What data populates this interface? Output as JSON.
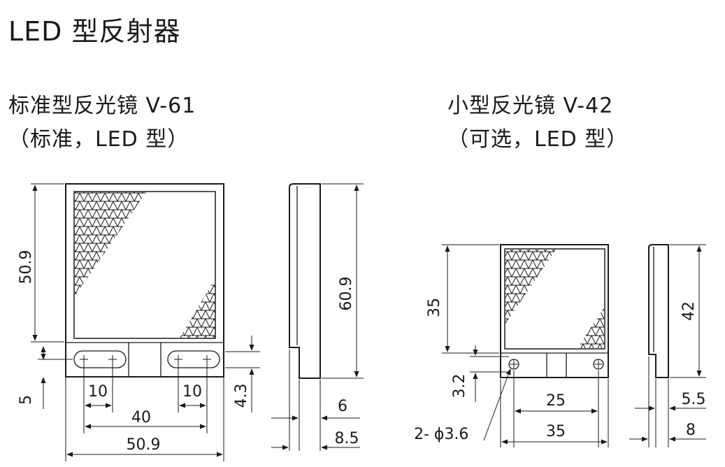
{
  "page": {
    "title": "LED 型反射器"
  },
  "left": {
    "heading": "标准型反光镜 V-61",
    "note": "（标准，LED 型）",
    "dims": {
      "height": "50.9",
      "side_height": "60.9",
      "offset": "5",
      "hole_w1": "10",
      "hole_w2": "10",
      "pitch": "40",
      "width": "50.9",
      "slot_h": "4.3",
      "depth": "6",
      "depth_total": "8.5"
    }
  },
  "right": {
    "heading": "小型反光镜 V-42",
    "note": "（可选，LED 型）",
    "dims": {
      "height": "35",
      "side_height": "42",
      "offset": "3.2",
      "pitch": "25",
      "width": "35",
      "holes": "2- ϕ3.6",
      "depth": "5.5",
      "depth_total": "8"
    }
  }
}
